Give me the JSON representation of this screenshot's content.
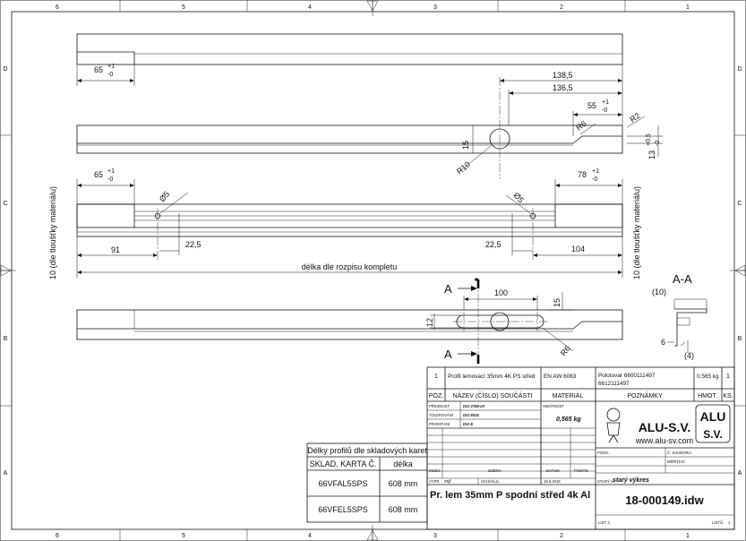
{
  "frame": {
    "columns_top": [
      "6",
      "5",
      "4",
      "3",
      "2",
      "1"
    ],
    "columns_bottom": [
      "6",
      "5",
      "4",
      "3",
      "2",
      "1"
    ],
    "rows_left": [
      "D",
      "C",
      "B",
      "A"
    ],
    "rows_right": [
      "D",
      "C",
      "B",
      "A"
    ]
  },
  "dims": {
    "v1_left": "65",
    "tol_plus_1": "+1",
    "tol_minus_0": "-0",
    "d138": "138,5",
    "d136": "136,5",
    "d55": "55",
    "r2": "R2",
    "r6": "R6",
    "d15": "15",
    "r10": "R10",
    "d13": "13",
    "tol_plus_05": "+0,5",
    "tol_minus_0b": "-0",
    "v3_left": "65",
    "v3_right": "78",
    "phi5_left": "Ø5",
    "phi5_right": "Ø5",
    "d91": "91",
    "d22a": "22,5",
    "d22b": "22,5",
    "d104": "104",
    "length_label": "délka dle rozpisu kompletu",
    "side_left": "10 (dle tloušťky materiálu)",
    "side_right": "10 (dle tloušťky materiálu)",
    "sec_a_top": "A",
    "sec_a_bottom": "A",
    "d100": "100",
    "d15b": "15",
    "d12": "12",
    "r6b": "R6",
    "sec_aa": "A-A",
    "d10p": "(10)",
    "d6": "6",
    "d4p": "(4)"
  },
  "lengths_table": {
    "title": "Délky profilů dle skladových karet",
    "col1": "SKLAD. KARTA Č.",
    "col2": "délka",
    "rows": [
      {
        "code": "66VFAL5SPS",
        "len": "608 mm"
      },
      {
        "code": "66VFEL5SPS",
        "len": "608 mm"
      }
    ]
  },
  "bom": {
    "pos": "1",
    "name": "Profil lemovací 35mm 4K PS střed",
    "material": "EN AW 6063",
    "note1": "Polotovar 6600111497",
    "note2": "6612111497",
    "mass": "0,565 kg",
    "qty": "1",
    "h_pos": "POZ.",
    "h_name": "NÁZEV (ČÍSLO) SOUČÁSTI",
    "h_mat": "MATERIÁL",
    "h_notes": "POZNÁMKY",
    "h_mass": "HMOT.",
    "h_qty": "KS."
  },
  "title_block": {
    "presnost_l": "PŘESNOST",
    "presnost_v": "ISO 2768-cK",
    "tolerovani_l": "TOLEROVÁNÍ",
    "tolerovani_v": "ISO 8015",
    "promitani_l": "PROMÍTÁNÍ",
    "promitani_v": "ISO E",
    "hmotnost_l": "HMOTNOST",
    "hmotnost_v": "0,565 kg",
    "company": "ALU-S.V.",
    "web": "www.alu-sv.com",
    "logo_top": "ALU",
    "logo_bottom": "S.V.",
    "index_l": "INDEX",
    "zmena_l": "ZMĚNA",
    "datum_l": "DATUM",
    "podpis_l": "PODPIS",
    "vypr_l": "VYPR.:",
    "vypr_v": "mijl",
    "schvalil_l": "SCHVÁLIL:",
    "date_v": "18.5.2018",
    "poz_l": "POZN.:",
    "c_zlsouboru_l": "Č. SOUBORU:",
    "meritko_l": "MĚŘÍTKO:",
    "stary_l": "STARÝ V.:",
    "stary_v": "starý výkres",
    "title": "Pr. lem 35mm P spodní střed 4k Al",
    "file": "18-000149.idw",
    "list_l": "LIST: 1",
    "listu_l": "LISTŮ:",
    "listu_v": "1"
  }
}
